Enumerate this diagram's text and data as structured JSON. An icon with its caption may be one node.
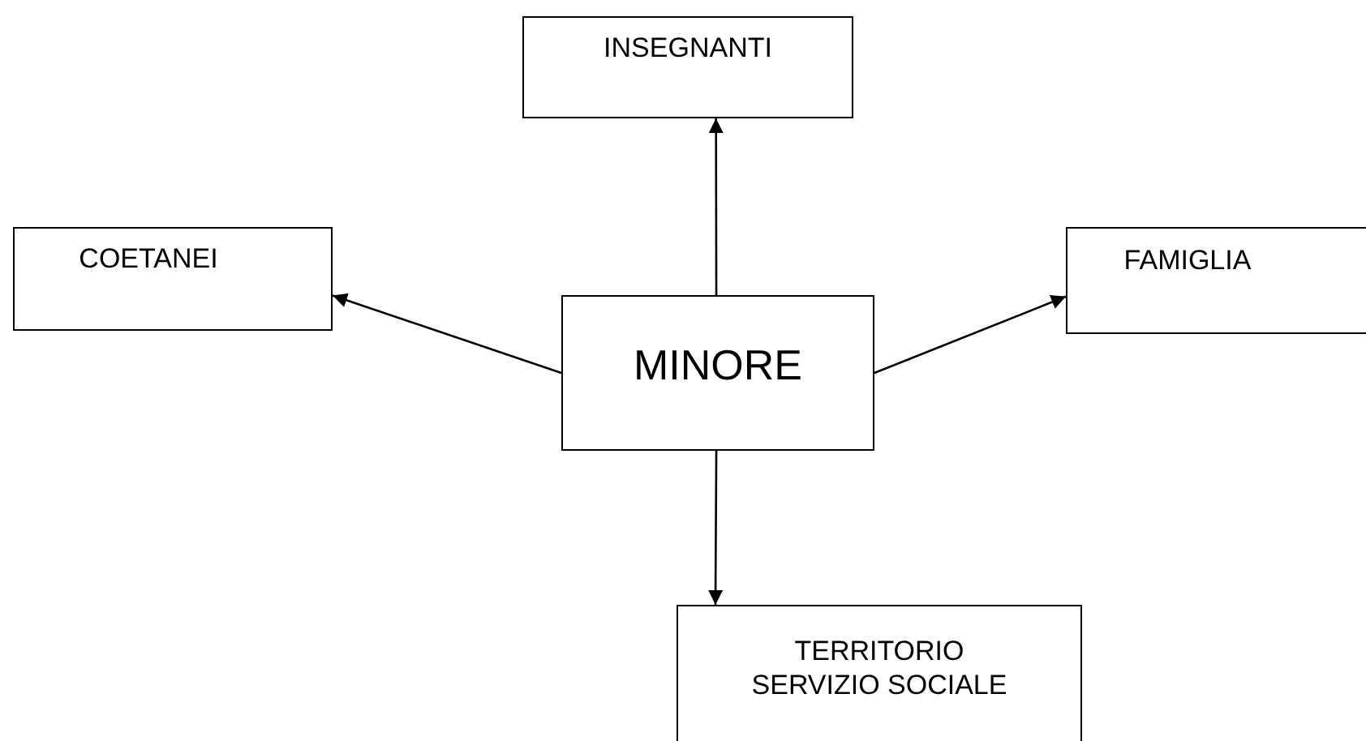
{
  "diagram": {
    "nodes": [
      {
        "text": [
          "MINORE"
        ]
      },
      {
        "text": [
          "INSEGNANTI"
        ]
      },
      {
        "text": [
          "COETANEI"
        ]
      },
      {
        "text": [
          "FAMIGLIA"
        ]
      },
      {
        "text": [
          "TERRITORIO SERVIZIO SOCIALE"
        ]
      }
    ],
    "edges": [
      {
        "from": 0,
        "to": 1,
        "arrow": "to"
      },
      {
        "from": 0,
        "to": 2,
        "arrow": "to"
      },
      {
        "from": 0,
        "to": 3,
        "arrow": "to"
      },
      {
        "from": 0,
        "to": 4,
        "arrow": "to"
      }
    ]
  }
}
